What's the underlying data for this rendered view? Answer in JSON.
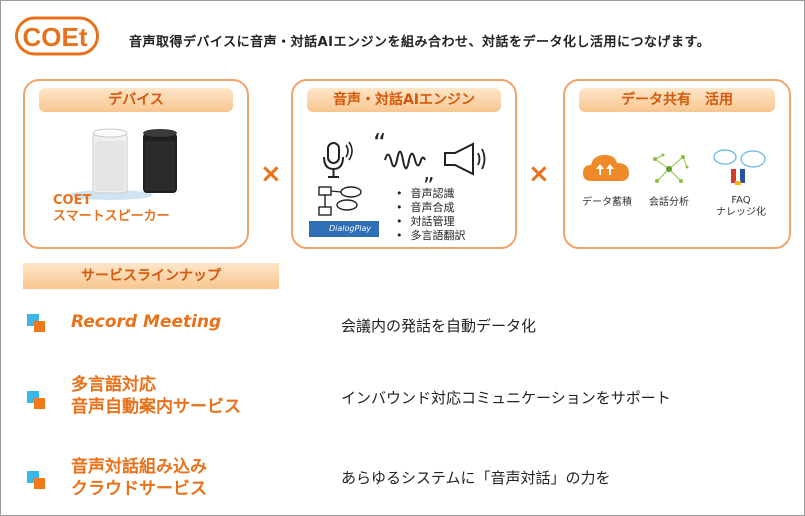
{
  "header": {
    "logo_text": "COEt",
    "tagline": "音声取得デバイスに音声・対話AIエンジンを組み合わせ、対話をデータ化し活用につなげます。"
  },
  "cards": {
    "device": {
      "title": "デバイス",
      "label_line1": "COET",
      "label_line2": "スマートスピーカー"
    },
    "engine": {
      "title": "音声・対話AIエンジン",
      "quote_open": "“",
      "quote_close": "„",
      "dialogplay_label": "DialogPlay",
      "bullets": [
        "音声認識",
        "音声合成",
        "対話管理",
        "多言語翻訳"
      ]
    },
    "data": {
      "title": "データ共有　活用",
      "items": [
        "データ蓄積",
        "会話分析",
        "FAQ",
        "ナレッジ化"
      ]
    }
  },
  "operators": {
    "times": "×"
  },
  "services": {
    "header": "サービスラインナップ",
    "items": [
      {
        "name_line1": "Record Meeting",
        "name_line2": "",
        "description": "会議内の発話を自動データ化"
      },
      {
        "name_line1": "多言語対応",
        "name_line2": "音声自動案内サービス",
        "description": "インバウンド対応コミュニケーションをサポート"
      },
      {
        "name_line1": "音声対話組み込み",
        "name_line2": "クラウドサービス",
        "description": "あらゆるシステムに「音声対話」の力を"
      }
    ]
  },
  "colors": {
    "accent": "#e8711a",
    "bullet_blue": "#39b7e8",
    "card_border": "#f2a46a"
  }
}
